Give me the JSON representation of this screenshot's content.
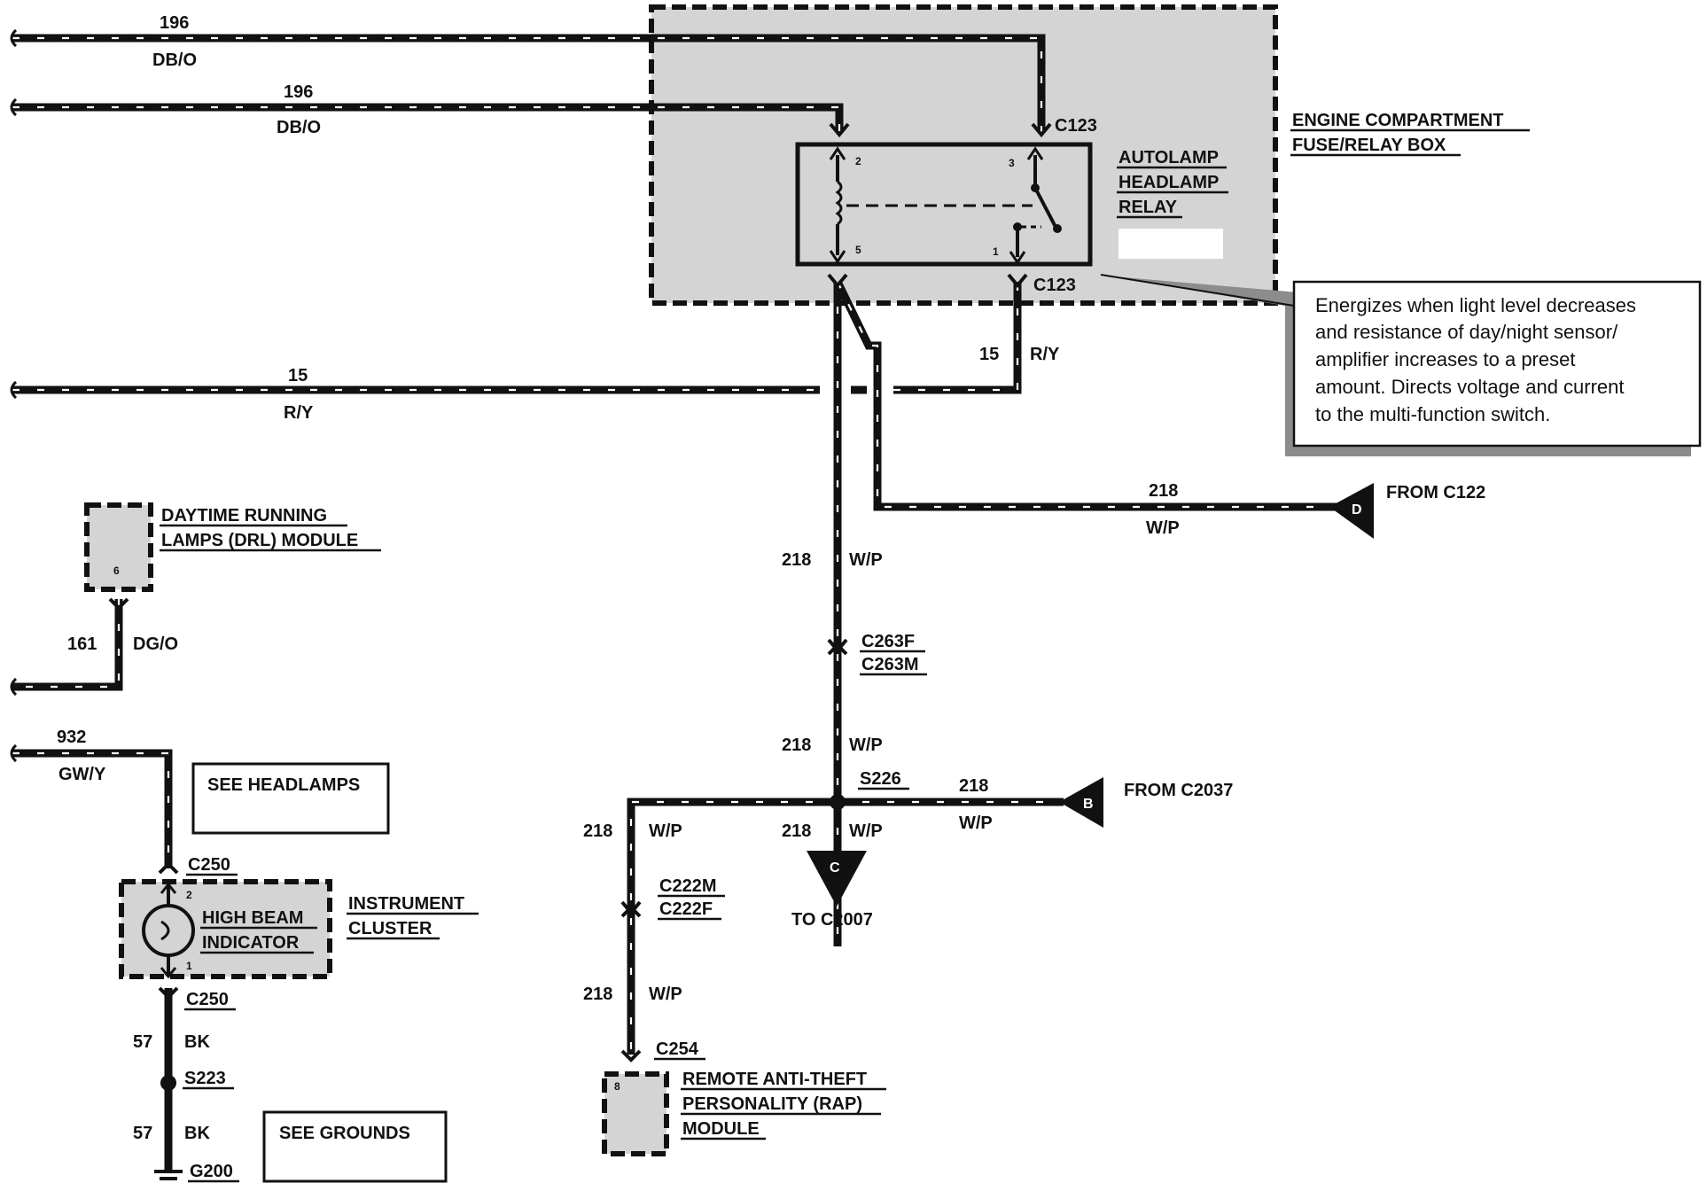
{
  "wires": {
    "w196a": {
      "num": "196",
      "color": "DB/O"
    },
    "w196b": {
      "num": "196",
      "color": "DB/O"
    },
    "w15": {
      "num": "15",
      "color": "R/Y"
    },
    "w15v": {
      "num": "15",
      "color": "R/Y"
    },
    "w218_d": {
      "num": "218",
      "color": "W/P"
    },
    "w218_main": {
      "num": "218",
      "color": "W/P"
    },
    "w218_mid": {
      "num": "218",
      "color": "W/P"
    },
    "w218_b": {
      "num": "218",
      "color": "W/P"
    },
    "w218_left": {
      "num": "218",
      "color": "W/P"
    },
    "w218_c": {
      "num": "218",
      "color": "W/P"
    },
    "w218_rap": {
      "num": "218",
      "color": "W/P"
    },
    "w161": {
      "num": "161",
      "color": "DG/O"
    },
    "w932": {
      "num": "932",
      "color": "GW/Y"
    },
    "w57a": {
      "num": "57",
      "color": "BK"
    },
    "w57b": {
      "num": "57",
      "color": "BK"
    }
  },
  "connectors": {
    "c123_top": "C123",
    "c123_bot": "C123",
    "c263f": "C263F",
    "c263m": "C263M",
    "s226": "S226",
    "c222m": "C222M",
    "c222f": "C222F",
    "c254": "C254",
    "c250_top": "C250",
    "c250_bot": "C250",
    "s223": "S223",
    "g200": "G200"
  },
  "components": {
    "fuse_box": [
      "ENGINE COMPARTMENT",
      "FUSE/RELAY BOX"
    ],
    "relay": [
      "AUTOLAMP",
      "HEADLAMP",
      "RELAY"
    ],
    "drl": [
      "DAYTIME RUNNING",
      "LAMPS (DRL) MODULE"
    ],
    "cluster": [
      "INSTRUMENT",
      "CLUSTER"
    ],
    "high_beam": [
      "HIGH BEAM",
      "INDICATOR"
    ],
    "rap": [
      "REMOTE ANTI-THEFT",
      "PERSONALITY (RAP)",
      "MODULE"
    ]
  },
  "pins": {
    "relay_2": "2",
    "relay_3": "3",
    "relay_5": "5",
    "relay_1": "1",
    "drl": "6",
    "hb_2": "2",
    "hb_1": "1",
    "rap": "8"
  },
  "markers": {
    "d": {
      "letter": "D",
      "text": "FROM  C122"
    },
    "b": {
      "letter": "B",
      "text": "FROM C2037"
    },
    "c": {
      "letter": "C",
      "text": "TO C2007"
    }
  },
  "boxes": {
    "headlamps": "SEE HEADLAMPS",
    "grounds": "SEE GROUNDS"
  },
  "note": [
    "Energizes when light level decreases",
    "and resistance of day/night sensor/",
    "amplifier increases to a preset",
    "amount.  Directs voltage and current",
    "to the multi-function switch."
  ]
}
